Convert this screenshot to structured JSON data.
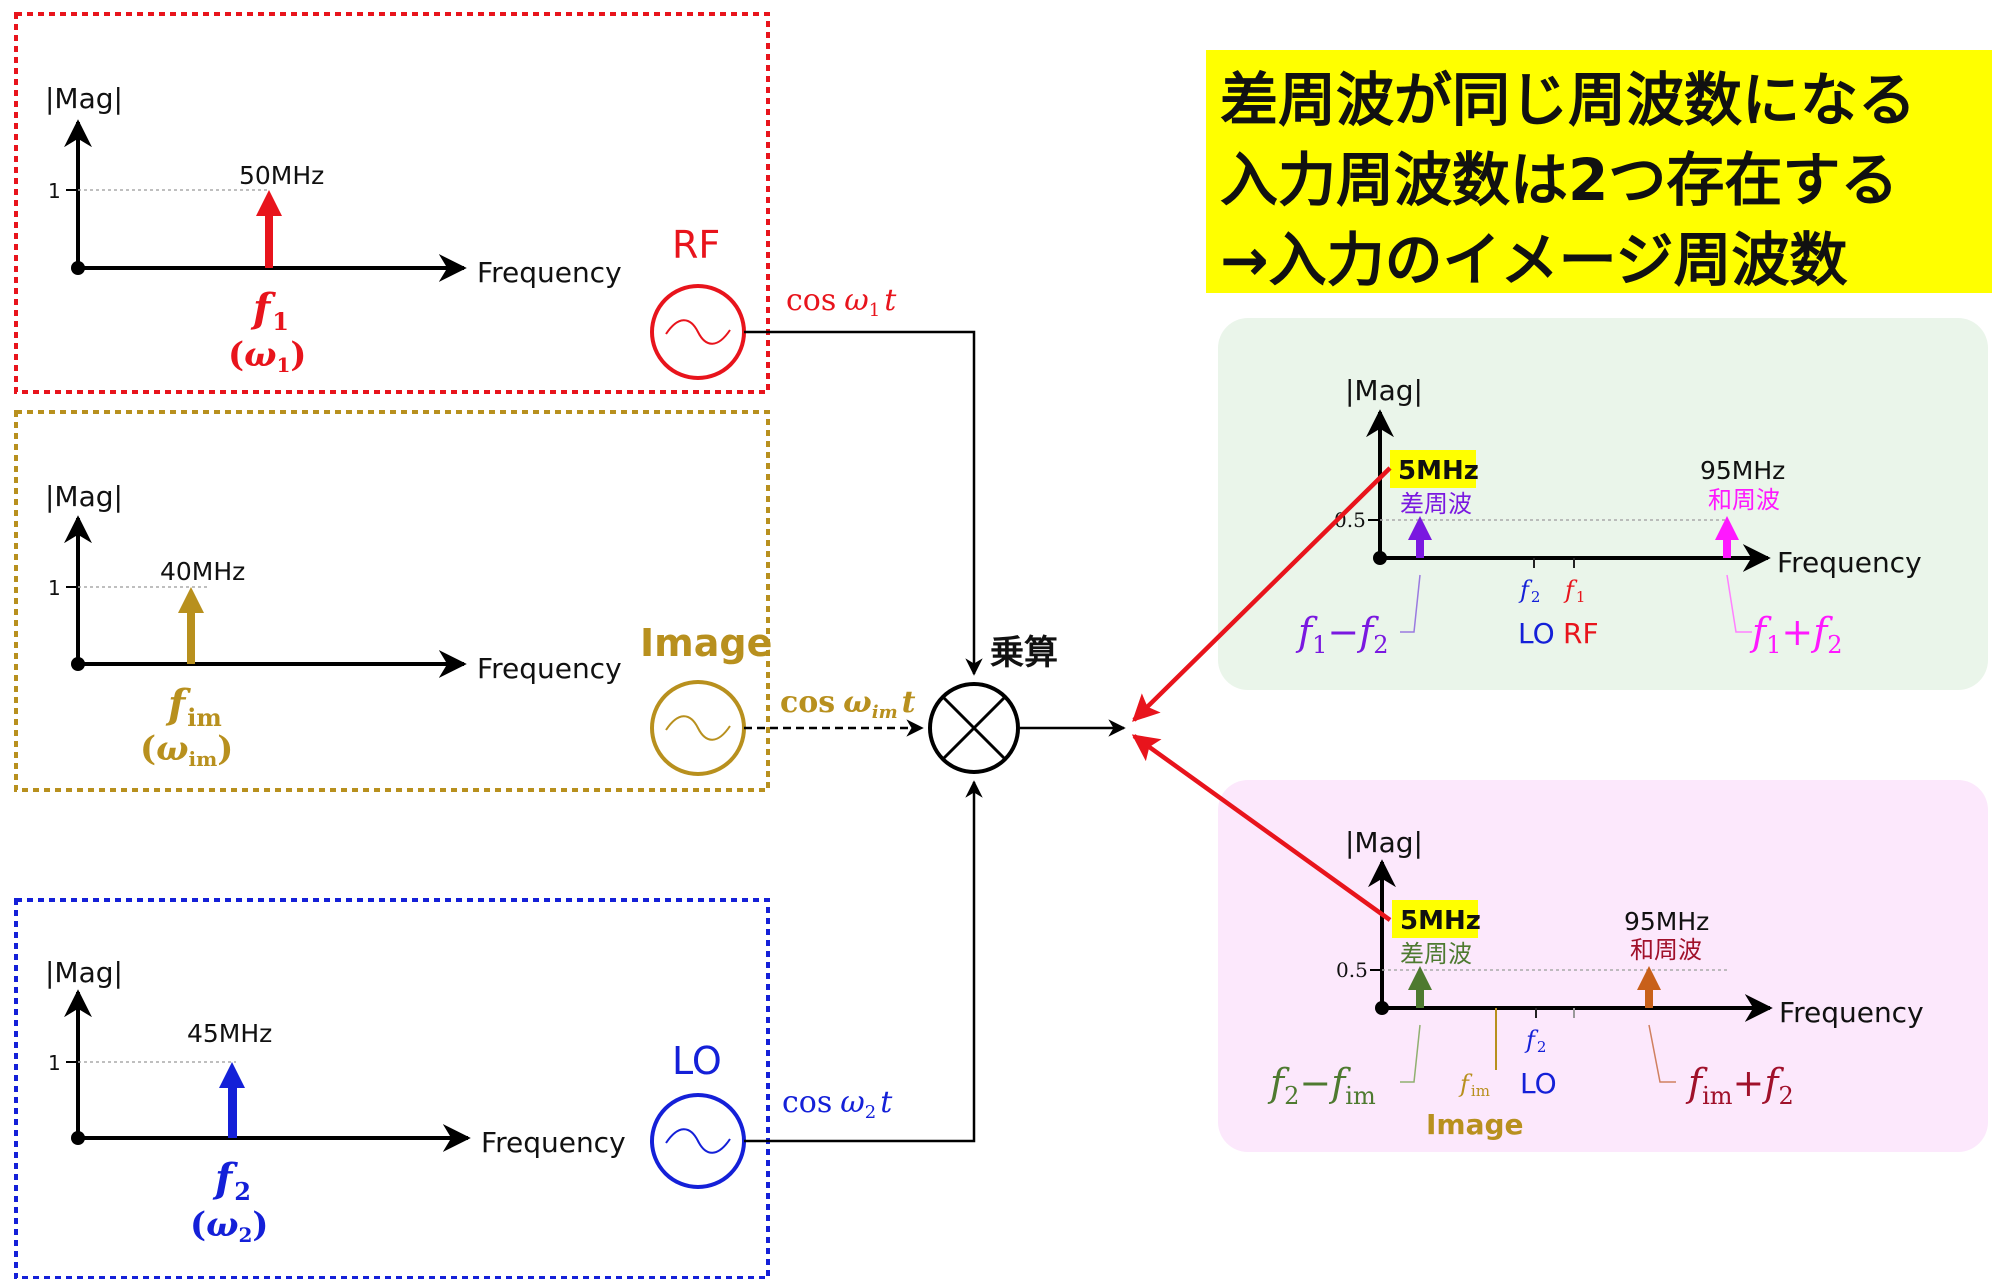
{
  "title": {
    "lines": [
      "差周波が同じ周波数になる",
      "入力周波数は2つ存在する",
      "→入力のイメージ周波数"
    ]
  },
  "colors": {
    "rf": "#e8141c",
    "image": "#b8901e",
    "lo": "#1420d8",
    "purple": "#7a18e0",
    "magenta": "#ff18ff",
    "green_bg": "#eaf5ea",
    "pink_bg": "#fce8fc",
    "darkgreen": "#4e7a30",
    "orange": "#c8601a",
    "darkred": "#a0102a",
    "highlight": "#ffff00"
  },
  "input_spectra": [
    {
      "id": "rf",
      "ylabel": "|Mag|",
      "ytick": "1",
      "freq_label": "50MHz",
      "xlabel": "Frequency",
      "symbol_f": "f",
      "symbol_f_sub": "1",
      "symbol_w": "ω",
      "symbol_w_sub": "1",
      "source_label": "RF",
      "signal_label": "cos",
      "signal_w": "ω",
      "signal_w_sub": "1",
      "signal_t": "t"
    },
    {
      "id": "image",
      "ylabel": "|Mag|",
      "ytick": "1",
      "freq_label": "40MHz",
      "xlabel": "Frequency",
      "symbol_f": "f",
      "symbol_f_sub": "im",
      "symbol_w": "ω",
      "symbol_w_sub": "im",
      "source_label": "Image",
      "signal_label": "cos",
      "signal_w": "ω",
      "signal_w_sub": "im",
      "signal_t": "t"
    },
    {
      "id": "lo",
      "ylabel": "|Mag|",
      "ytick": "1",
      "freq_label": "45MHz",
      "xlabel": "Frequency",
      "symbol_f": "f",
      "symbol_f_sub": "2",
      "symbol_w": "ω",
      "symbol_w_sub": "2",
      "source_label": "LO",
      "signal_label": "cos",
      "signal_w": "ω",
      "signal_w_sub": "2",
      "signal_t": "t"
    }
  ],
  "multiplier_label": "乗算",
  "output_spectra": [
    {
      "id": "rf_output",
      "ylabel": "|Mag|",
      "ytick": "0.5",
      "xlabel": "Frequency",
      "diff_freq": "5MHz",
      "diff_name": "差周波",
      "sum_freq": "95MHz",
      "sum_name": "和周波",
      "diff_formula": [
        "f",
        "1",
        "−",
        "f",
        "2"
      ],
      "sum_formula": [
        "f",
        "1",
        "+",
        "f",
        "2"
      ],
      "tick_a_sym": "f",
      "tick_a_sub": "2",
      "tick_a_name": "LO",
      "tick_b_sym": "f",
      "tick_b_sub": "1",
      "tick_b_name": "RF"
    },
    {
      "id": "image_output",
      "ylabel": "|Mag|",
      "ytick": "0.5",
      "xlabel": "Frequency",
      "diff_freq": "5MHz",
      "diff_name": "差周波",
      "sum_freq": "95MHz",
      "sum_name": "和周波",
      "diff_formula": [
        "f",
        "2",
        "−",
        "f",
        "im"
      ],
      "sum_formula": [
        "f",
        "im",
        "+",
        "f",
        "2"
      ],
      "tick_a_sym": "f",
      "tick_a_sub": "im",
      "tick_a_name": "Image",
      "tick_b_sym": "f",
      "tick_b_sub": "2",
      "tick_b_name": "LO"
    }
  ]
}
